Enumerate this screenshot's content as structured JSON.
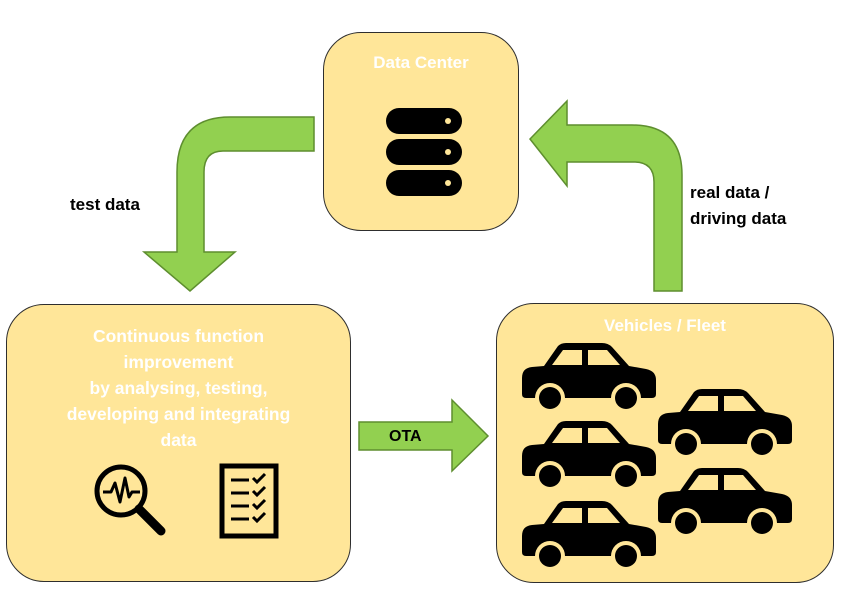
{
  "data_center": {
    "title": "Data Center",
    "icon": "database-icon"
  },
  "function_box": {
    "title_lines": [
      "Continuous function",
      "improvement",
      "by analysing, testing,",
      "developing  and integrating",
      "data"
    ],
    "icons": [
      "magnifier-waveform-icon",
      "checklist-icon"
    ]
  },
  "fleet_box": {
    "title": "Vehicles / Fleet",
    "icon": "car-icon",
    "car_count": 5
  },
  "arrows": {
    "test_data": "test data",
    "real_data_lines": [
      "real data /",
      "driving data"
    ],
    "ota": "OTA"
  },
  "colors": {
    "box_fill": "#FFE699",
    "box_border": "#2E2E2E",
    "arrow_fill": "#92D050",
    "arrow_border": "#5E8E2F",
    "title_text": "#FFFFFF",
    "icon": "#000000"
  }
}
